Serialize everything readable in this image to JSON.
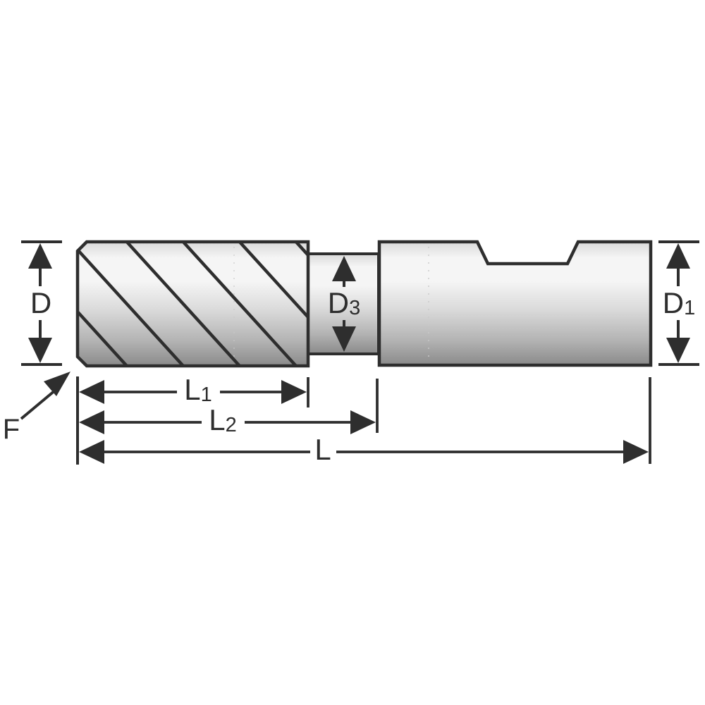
{
  "figure": {
    "title": "end-mill-dimension-drawing",
    "colors": {
      "background": "#ffffff",
      "line": "#2e2e2e",
      "metal_edge_top": "#d9d9d9",
      "metal_highlight": "#f5f5f5",
      "metal_mid": "#dadada",
      "metal_shadow": "#b3b3b3",
      "metal_dark": "#8a8a8a"
    },
    "labels": {
      "d": {
        "base": "D",
        "sub": ""
      },
      "d3": {
        "base": "D",
        "sub": "3"
      },
      "d1": {
        "base": "D",
        "sub": "1"
      },
      "l1": {
        "base": "L",
        "sub": "1"
      },
      "l2": {
        "base": "L",
        "sub": "2"
      },
      "l": {
        "base": "L",
        "sub": ""
      },
      "f": {
        "base": "F",
        "sub": ""
      }
    }
  }
}
